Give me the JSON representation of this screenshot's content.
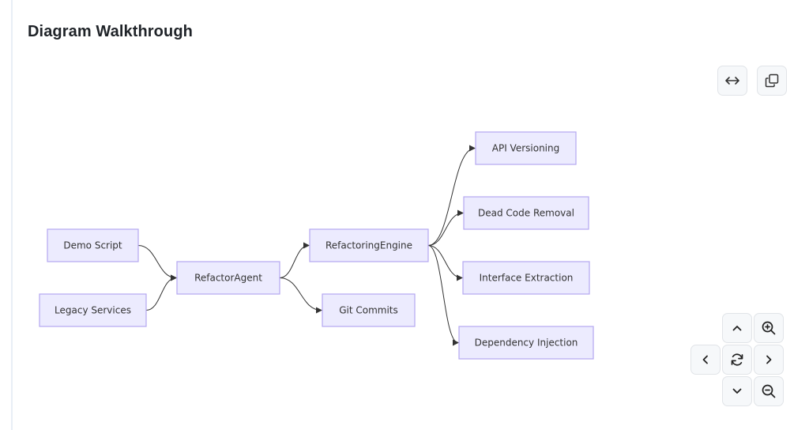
{
  "page": {
    "title": "Diagram Walkthrough"
  },
  "diagram": {
    "type": "flowchart",
    "direction": "left-to-right",
    "nodes": [
      {
        "id": "demo",
        "label": "Demo Script"
      },
      {
        "id": "legacy",
        "label": "Legacy Services"
      },
      {
        "id": "agent",
        "label": "RefactorAgent"
      },
      {
        "id": "engine",
        "label": "RefactoringEngine"
      },
      {
        "id": "git",
        "label": "Git Commits"
      },
      {
        "id": "api",
        "label": "API Versioning"
      },
      {
        "id": "dead",
        "label": "Dead Code Removal"
      },
      {
        "id": "iface",
        "label": "Interface Extraction"
      },
      {
        "id": "dep",
        "label": "Dependency Injection"
      }
    ],
    "edges": [
      {
        "from": "demo",
        "to": "agent"
      },
      {
        "from": "legacy",
        "to": "agent"
      },
      {
        "from": "agent",
        "to": "engine"
      },
      {
        "from": "agent",
        "to": "git"
      },
      {
        "from": "engine",
        "to": "api"
      },
      {
        "from": "engine",
        "to": "dead"
      },
      {
        "from": "engine",
        "to": "iface"
      },
      {
        "from": "engine",
        "to": "dep"
      }
    ],
    "colors": {
      "node_fill": "#ecebfe",
      "node_stroke": "#b4a7f0",
      "edge": "#333333"
    }
  },
  "controls": {
    "toolbar": [
      {
        "name": "fit-width-button",
        "icon": "horizontal-arrows-icon"
      },
      {
        "name": "copy-button",
        "icon": "copy-icon"
      }
    ],
    "navigation": [
      {
        "name": "pan-up-button",
        "icon": "chevron-up-icon"
      },
      {
        "name": "zoom-in-button",
        "icon": "zoom-in-icon"
      },
      {
        "name": "pan-left-button",
        "icon": "chevron-left-icon"
      },
      {
        "name": "reset-view-button",
        "icon": "refresh-icon"
      },
      {
        "name": "pan-right-button",
        "icon": "chevron-right-icon"
      },
      {
        "name": "pan-down-button",
        "icon": "chevron-down-icon"
      },
      {
        "name": "zoom-out-button",
        "icon": "zoom-out-icon"
      }
    ]
  }
}
